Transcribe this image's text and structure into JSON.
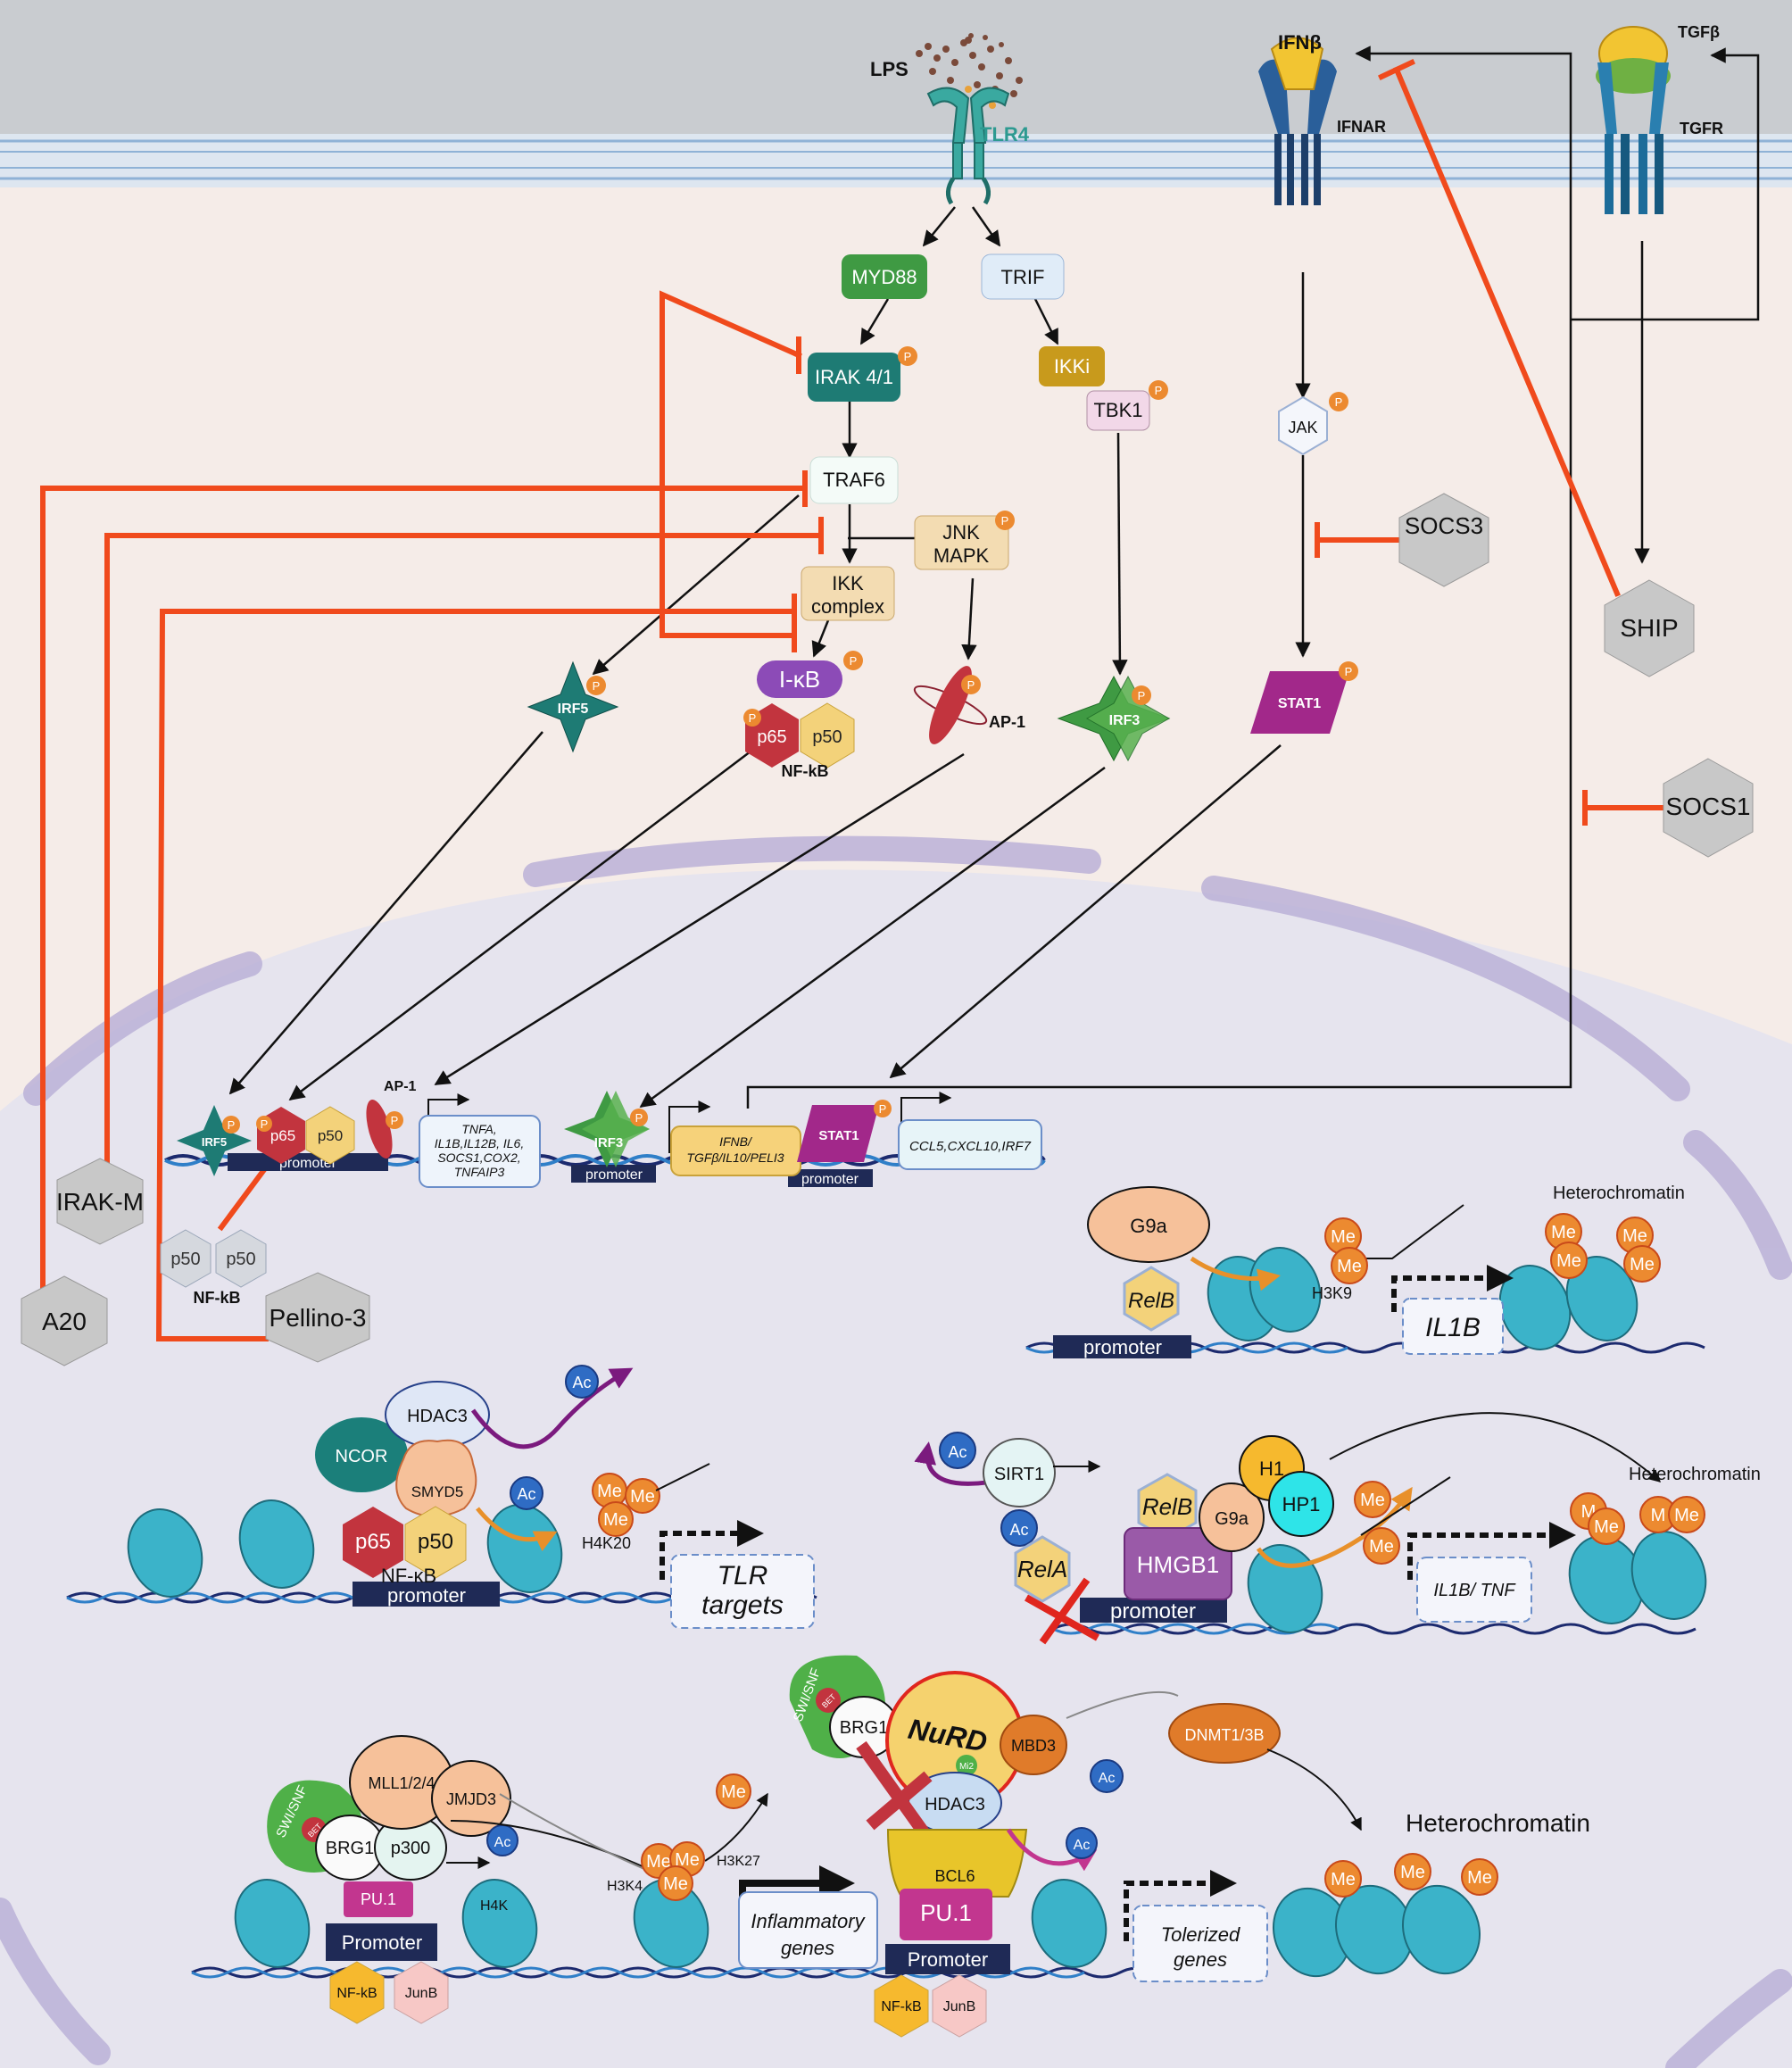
{
  "receptors": {
    "lps": "LPS",
    "tlr4": "TLR4",
    "ifnb": "IFNβ",
    "ifnar": "IFNAR",
    "tgfb": "TGFβ",
    "tgfr": "TGFR"
  },
  "cytoplasm": {
    "myd88": "MYD88",
    "trif": "TRIF",
    "irak41": "IRAK 4/1",
    "ikki": "IKKi",
    "tbk1": "TBK1",
    "traf6": "TRAF6",
    "jnk_line1": "JNK",
    "jnk_line2": "MAPK",
    "ikk_line1": "IKK",
    "ikk_line2": "complex",
    "ikb": "I-κB",
    "p65": "p65",
    "p50": "p50",
    "nfkb": "NF-kB",
    "irf5": "IRF5",
    "ap1": "AP-1",
    "irf3": "IRF3",
    "jak": "JAK",
    "stat1": "STAT1",
    "p": "P"
  },
  "inhibitors": {
    "socs3": "SOCS3",
    "ship": "SHIP",
    "socs1": "SOCS1",
    "irakm": "IRAK-M",
    "a20": "A20",
    "pellino3": "Pellino-3",
    "p50a": "p50",
    "p50b": "p50",
    "nfkb_label": "NF-kB"
  },
  "nucleus_genes": {
    "promoter": "promoter",
    "ap1": "AP-1",
    "tnfa_genes": [
      "TNFA,",
      "IL1B,IL12B, IL6,",
      "SOCS1,COX2,",
      "TNFAIP3"
    ],
    "ifnb_genes": [
      "IFNB/",
      "TGFβ/IL10/PELI3"
    ],
    "ccl5_genes": "CCL5,CXCL10,IRF7"
  },
  "panel_g9a": {
    "g9a": "G9a",
    "relb": "RelB",
    "me": "Me",
    "h3k9": "H3K9",
    "il1b": "IL1B",
    "promoter": "promoter",
    "heterochromatin": "Heterochromatin"
  },
  "panel_hdac3": {
    "ncor": "NCOR",
    "hdac3": "HDAC3",
    "smyd5": "SMYD5",
    "p65": "p65",
    "p50": "p50",
    "nfkb": "NF-κB",
    "ac1": "Ac",
    "ac2": "Ac",
    "me": "Me",
    "h4k20": "H4K20",
    "target_line1": "TLR",
    "target_line2": "targets",
    "promoter": "promoter"
  },
  "panel_sirt1": {
    "ac1": "Ac",
    "ac2": "Ac",
    "sirt1": "SIRT1",
    "relb": "RelB",
    "rela": "RelA",
    "g9a": "G9a",
    "h1": "H1",
    "hp1": "HP1",
    "hmgb1": "HMGB1",
    "me": "Me",
    "me_cut": "M",
    "promoter": "promoter",
    "genes": "IL1B/ TNF",
    "heterochromatin": "Heterochromatin"
  },
  "panel_bottom": {
    "swisnf": "SWI/SNF",
    "bet": "BET",
    "brg1": "BRG1",
    "p300": "p300",
    "mll": "MLL1/2/4",
    "jmjd3": "JMJD3",
    "pu1": "PU.1",
    "promoter": "Promoter",
    "nfkb": "NF-kB",
    "junb": "JunB",
    "ac": "Ac",
    "h4k": "H4K",
    "h3k4": "H3K4",
    "h3k27": "H3K27",
    "me": "Me",
    "infl_line1": "Inflammatory",
    "infl_line2": "genes",
    "nurd": "NuRD",
    "mi2": "Mi2",
    "mbd3": "MBD3",
    "hdac3": "HDAC3",
    "bcl6": "BCL6",
    "dnmt": "DNMT1/3B",
    "tol_line1": "Tolerized",
    "tol_line2": "genes",
    "heterochromatin": "Heterochromatin"
  }
}
